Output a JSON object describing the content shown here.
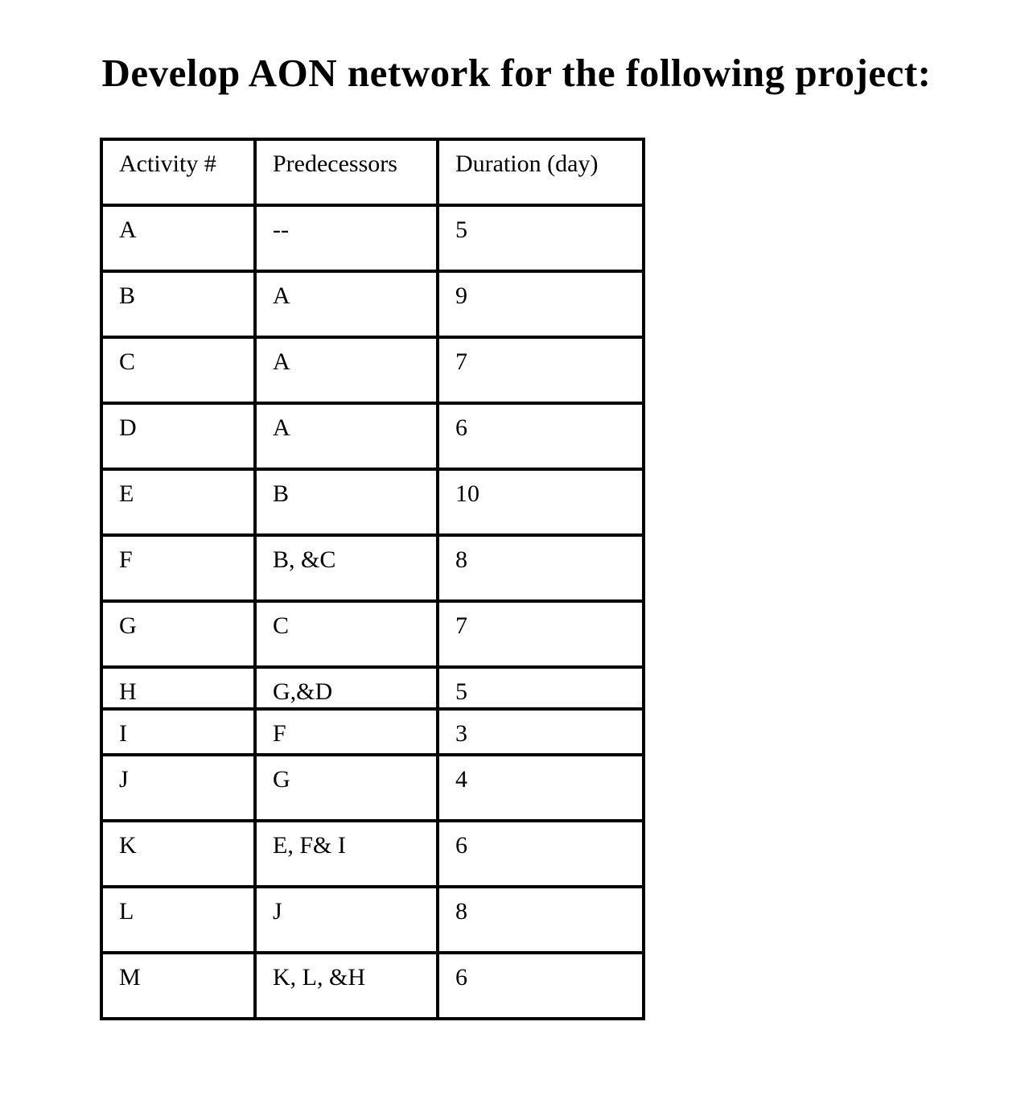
{
  "title": "Develop AON network for the following project:",
  "table": {
    "headers": [
      "Activity #",
      "Predecessors",
      "Duration (day)"
    ],
    "rows": [
      {
        "activity": "A",
        "predecessors": "--",
        "duration": "5"
      },
      {
        "activity": "B",
        "predecessors": "A",
        "duration": "9"
      },
      {
        "activity": "C",
        "predecessors": "A",
        "duration": "7"
      },
      {
        "activity": "D",
        "predecessors": "A",
        "duration": "6"
      },
      {
        "activity": "E",
        "predecessors": "B",
        "duration": "10"
      },
      {
        "activity": "F",
        "predecessors": "B, &C",
        "duration": "8"
      },
      {
        "activity": "G",
        "predecessors": "C",
        "duration": "7"
      },
      {
        "activity": "H",
        "predecessors": "G,&D",
        "duration": "5"
      },
      {
        "activity": "I",
        "predecessors": "F",
        "duration": "3"
      },
      {
        "activity": "J",
        "predecessors": "G",
        "duration": "4"
      },
      {
        "activity": "K",
        "predecessors": "E, F& I",
        "duration": "6"
      },
      {
        "activity": "L",
        "predecessors": "J",
        "duration": "8"
      },
      {
        "activity": "M",
        "predecessors": "K, L, &H",
        "duration": "6"
      }
    ]
  },
  "colors": {
    "text": "#000000",
    "background": "#ffffff",
    "table_border": "#000000"
  }
}
